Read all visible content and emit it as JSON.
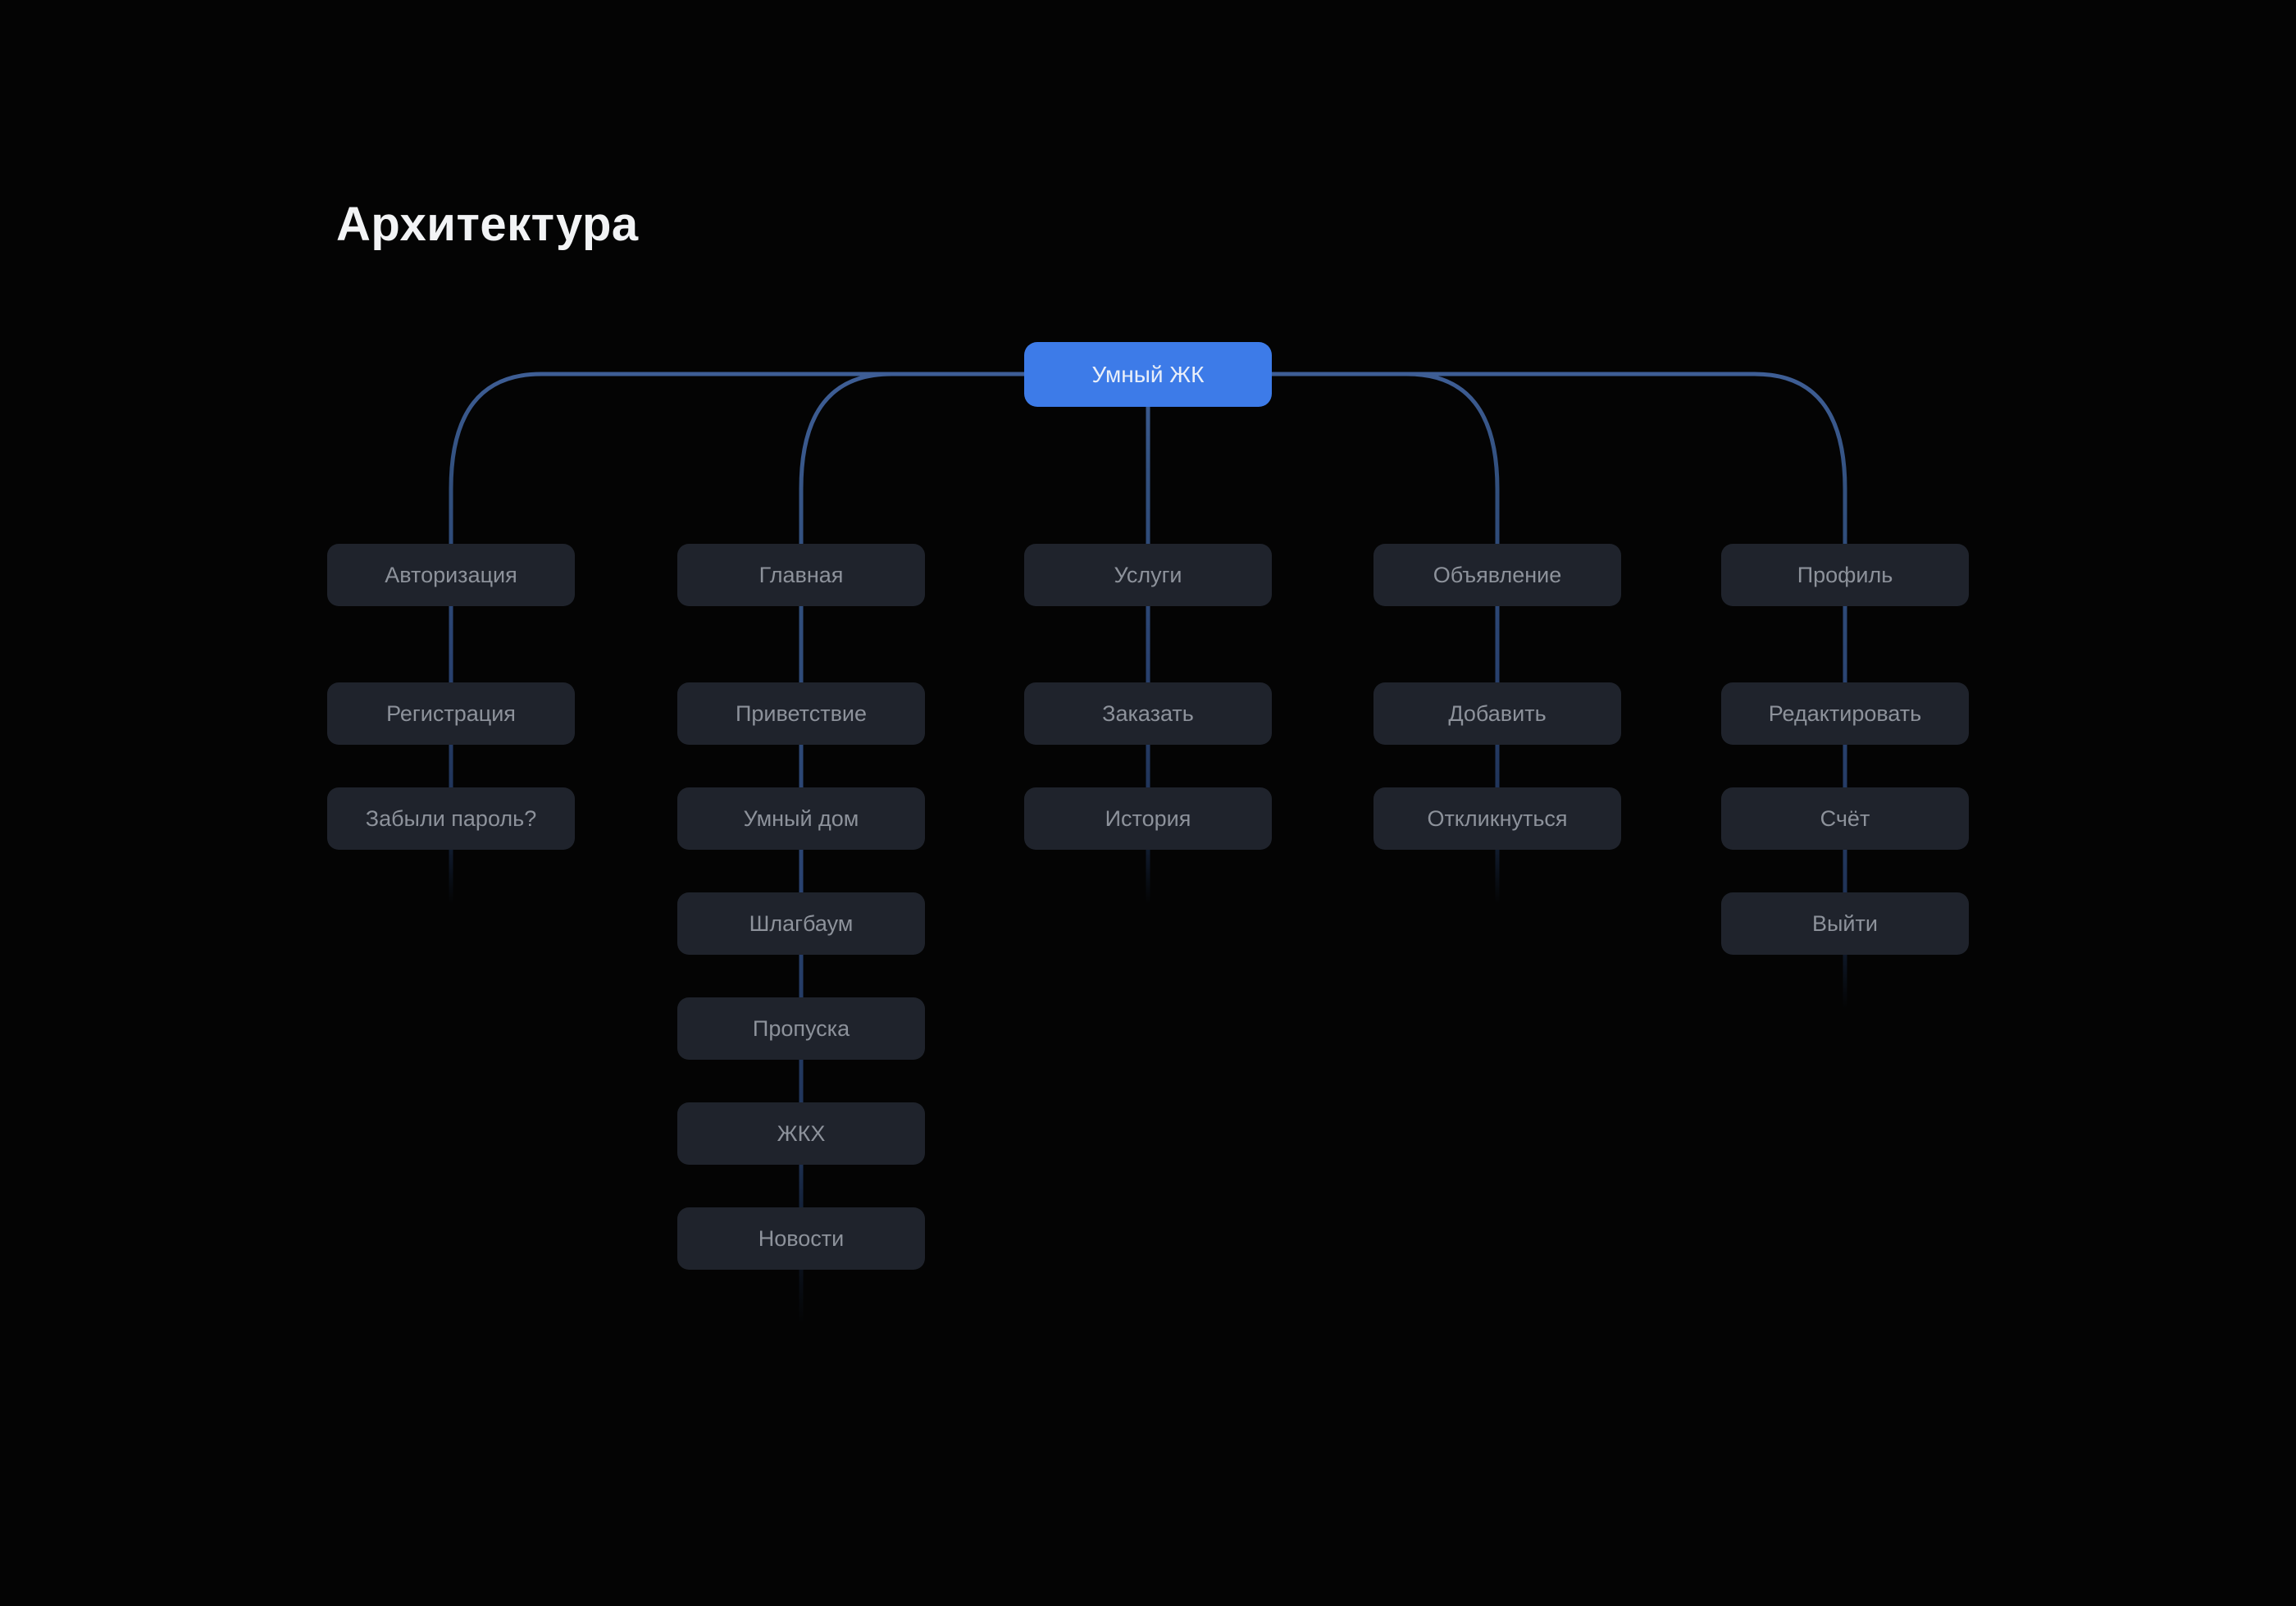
{
  "title": "Архитектура",
  "root": {
    "label": "Умный ЖК"
  },
  "columns": [
    {
      "nodes": [
        "Авторизация",
        "Регистрация",
        "Забыли пароль?"
      ]
    },
    {
      "nodes": [
        "Главная",
        "Приветствие",
        "Умный дом",
        "Шлагбаум",
        "Пропуска",
        "ЖКХ",
        "Новости"
      ]
    },
    {
      "nodes": [
        "Услуги",
        "Заказать",
        "История"
      ]
    },
    {
      "nodes": [
        "Объявление",
        "Добавить",
        "Откликнуться"
      ]
    },
    {
      "nodes": [
        "Профиль",
        "Редактировать",
        "Счёт",
        "Выйти"
      ]
    }
  ],
  "colors": {
    "background": "#040404",
    "title_text": "#f2f3f5",
    "root_fill": "#3d7be8",
    "root_text": "#e9eff9",
    "node_fill": "#1f232c",
    "node_text": "#8d929b",
    "connector_bright": "#3f5f97",
    "connector_mid1": "#32507e",
    "connector_mid2": "#294270",
    "connector_dim": "#1f3357",
    "connector_fade": "#152845"
  }
}
